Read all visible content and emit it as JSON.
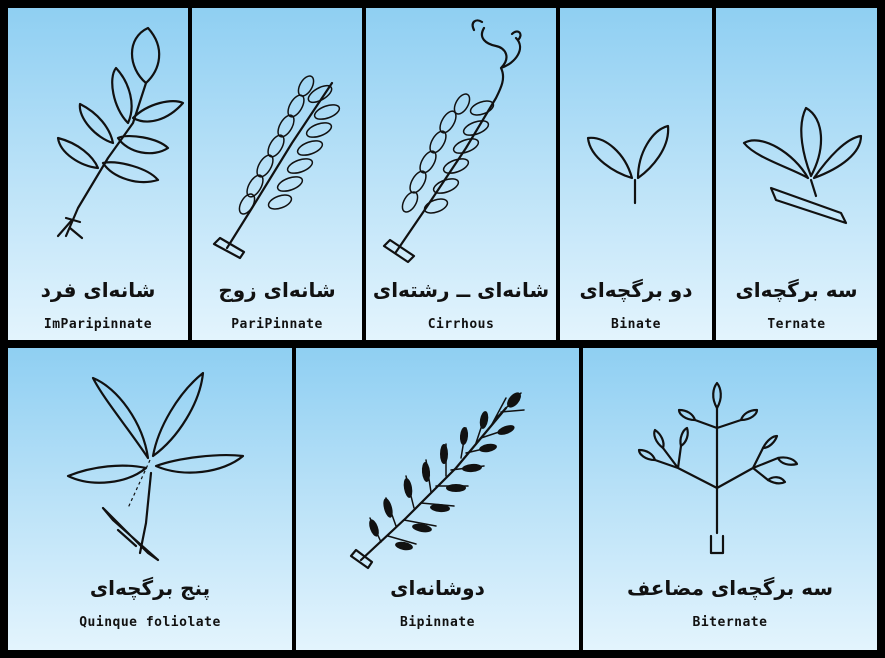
{
  "leaf_types": [
    {
      "id": "imparipinnate",
      "fa": "شانه‌ای فرد",
      "en": "ImParipinnate"
    },
    {
      "id": "paripinnate",
      "fa": "شانه‌ای زوج",
      "en": "PariPinnate"
    },
    {
      "id": "cirrhous",
      "fa": "شانه‌ای ــ رشته‌ای",
      "en": "Cirrhous"
    },
    {
      "id": "binate",
      "fa": "دو برگچه‌ای",
      "en": "Binate"
    },
    {
      "id": "ternate",
      "fa": "سه برگچه‌ای",
      "en": "Ternate"
    },
    {
      "id": "quinque",
      "fa": "پنج برگچه‌ای",
      "en": "Quinque foliolate"
    },
    {
      "id": "bipinnate",
      "fa": "دوشانه‌ای",
      "en": "Bipinnate"
    },
    {
      "id": "biternate",
      "fa": "سه برگچه‌ای مضاعف",
      "en": "Biternate"
    }
  ],
  "colors": {
    "frame": "#000000",
    "cell_top": "#8fcff2",
    "cell_bottom": "#e3f4fd",
    "ink": "#111111"
  }
}
